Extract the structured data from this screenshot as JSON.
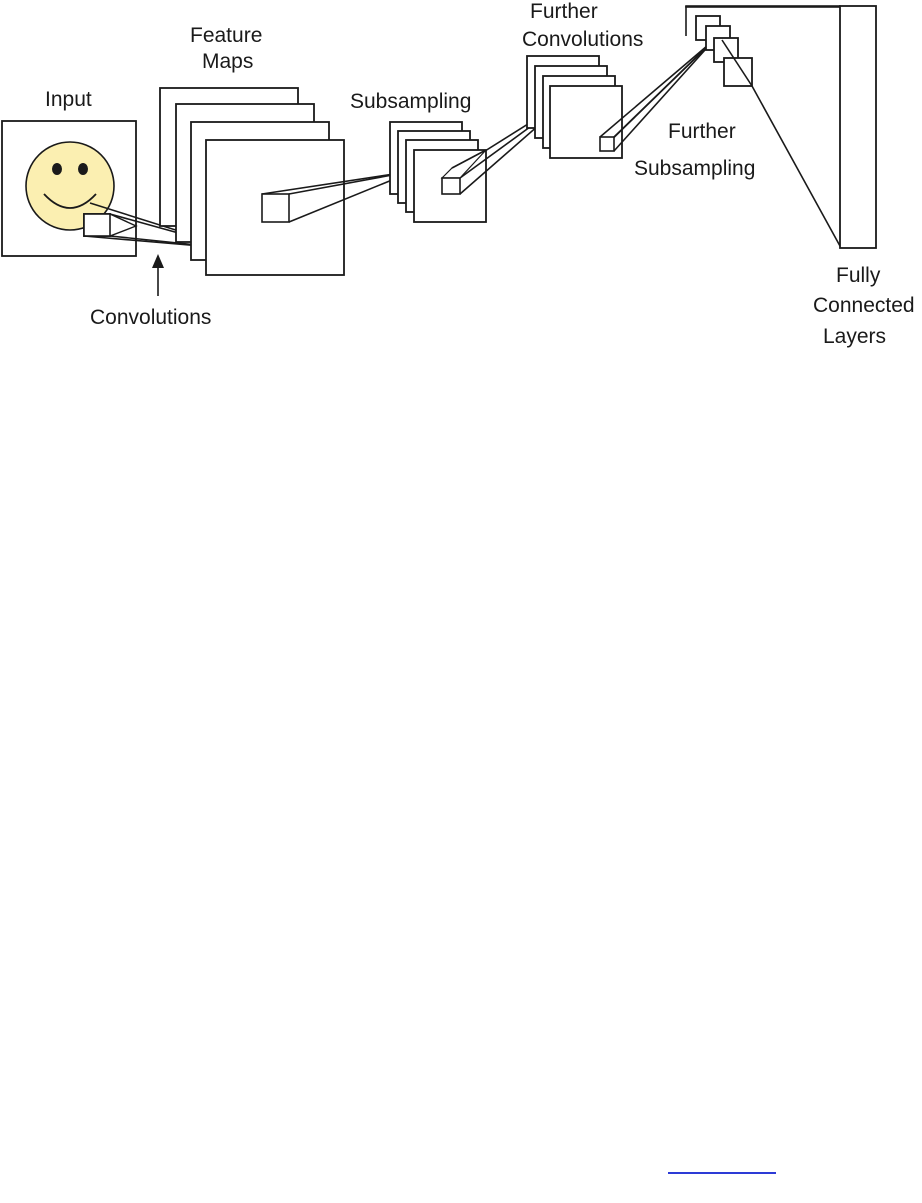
{
  "labels": {
    "input": "Input",
    "feature_maps_line1": "Feature",
    "feature_maps_line2": "Maps",
    "subsampling": "Subsampling",
    "further_convolutions_line1": "Further",
    "further_convolutions_line2": "Convolutions",
    "further_subsampling_line1": "Further",
    "further_subsampling_line2": "Subsampling",
    "convolutions": "Convolutions",
    "fully_connected_line1": "Fully",
    "fully_connected_line2": "Connected",
    "fully_connected_line3": "Layers"
  },
  "colors": {
    "face_fill": "#fbefb1",
    "stroke": "#1a1a1a",
    "link_underline": "#2d3bd6"
  },
  "icons": {
    "face": "smiley-face-icon",
    "arrow": "up-arrow-icon"
  }
}
